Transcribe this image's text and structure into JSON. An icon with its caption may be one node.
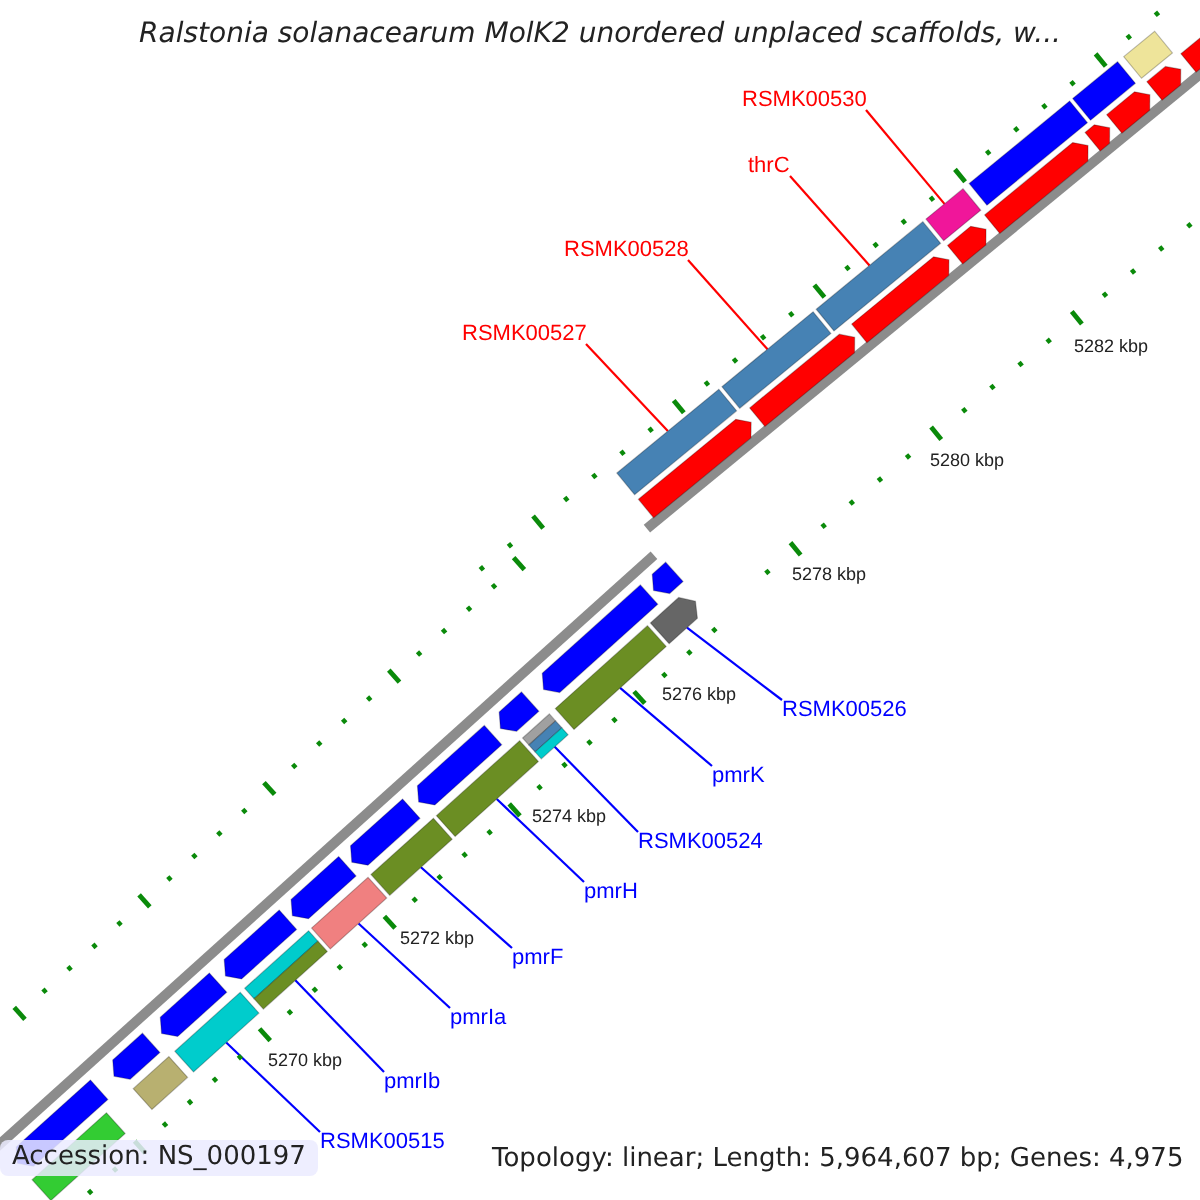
{
  "diagram": {
    "title": "Ralstonia solanacearum MolK2 unordered unplaced scaffolds, w...",
    "nodes": [
      {
        "text": [
          "RSMK00530"
        ]
      },
      {
        "text": [],
        "shape": "bar"
      },
      {
        "text": [
          "thrC"
        ]
      },
      {
        "text": [],
        "shape": "bar"
      },
      {
        "text": [
          "RSMK00528"
        ]
      },
      {
        "text": [],
        "shape": "bar"
      },
      {
        "text": [
          "RSMK00527"
        ]
      },
      {
        "text": [],
        "shape": "bar"
      },
      {
        "text": [
          "RSMK00526"
        ]
      },
      {
        "text": [],
        "shape": "bar"
      },
      {
        "text": [
          "pmrK"
        ]
      },
      {
        "text": [],
        "shape": "bar"
      },
      {
        "text": [
          "RSMK00524"
        ]
      },
      {
        "text": [],
        "shape": "bar"
      },
      {
        "text": [
          "pmrH"
        ]
      },
      {
        "text": [],
        "shape": "bar"
      },
      {
        "text": [
          "pmrF"
        ]
      },
      {
        "text": [],
        "shape": "bar"
      },
      {
        "text": [
          "pmrIa"
        ]
      },
      {
        "text": [],
        "shape": "bar"
      },
      {
        "text": [
          "pmrIb"
        ]
      },
      {
        "text": [],
        "shape": "bar"
      },
      {
        "text": [
          "RSMK00515"
        ]
      },
      {
        "text": [],
        "shape": "bar"
      }
    ],
    "edges": [
      {
        "from": 0,
        "to": 1,
        "arrow": "none",
        "color": "#ff0000"
      },
      {
        "from": 2,
        "to": 3,
        "arrow": "none",
        "color": "#ff0000"
      },
      {
        "from": 4,
        "to": 5,
        "arrow": "none",
        "color": "#ff0000"
      },
      {
        "from": 6,
        "to": 7,
        "arrow": "none",
        "color": "#ff0000"
      },
      {
        "from": 8,
        "to": 9,
        "arrow": "none"
      },
      {
        "from": 10,
        "to": 11,
        "arrow": "none"
      },
      {
        "from": 12,
        "to": 13,
        "arrow": "none"
      },
      {
        "from": 14,
        "to": 15,
        "arrow": "none"
      },
      {
        "from": 16,
        "to": 17,
        "arrow": "none"
      },
      {
        "from": 18,
        "to": 19,
        "arrow": "none"
      },
      {
        "from": 20,
        "to": 21,
        "arrow": "none"
      },
      {
        "from": 22,
        "to": 23,
        "arrow": "none"
      }
    ],
    "labels": [
      "5282 kbp",
      "5280 kbp",
      "5278 kbp",
      "5276 kbp",
      "5274 kbp",
      "5272 kbp",
      "5270 kbp",
      "Accession: NS_000197",
      "Topology: linear; Length: 5,964,607 bp; Genes: 4,975"
    ]
  }
}
